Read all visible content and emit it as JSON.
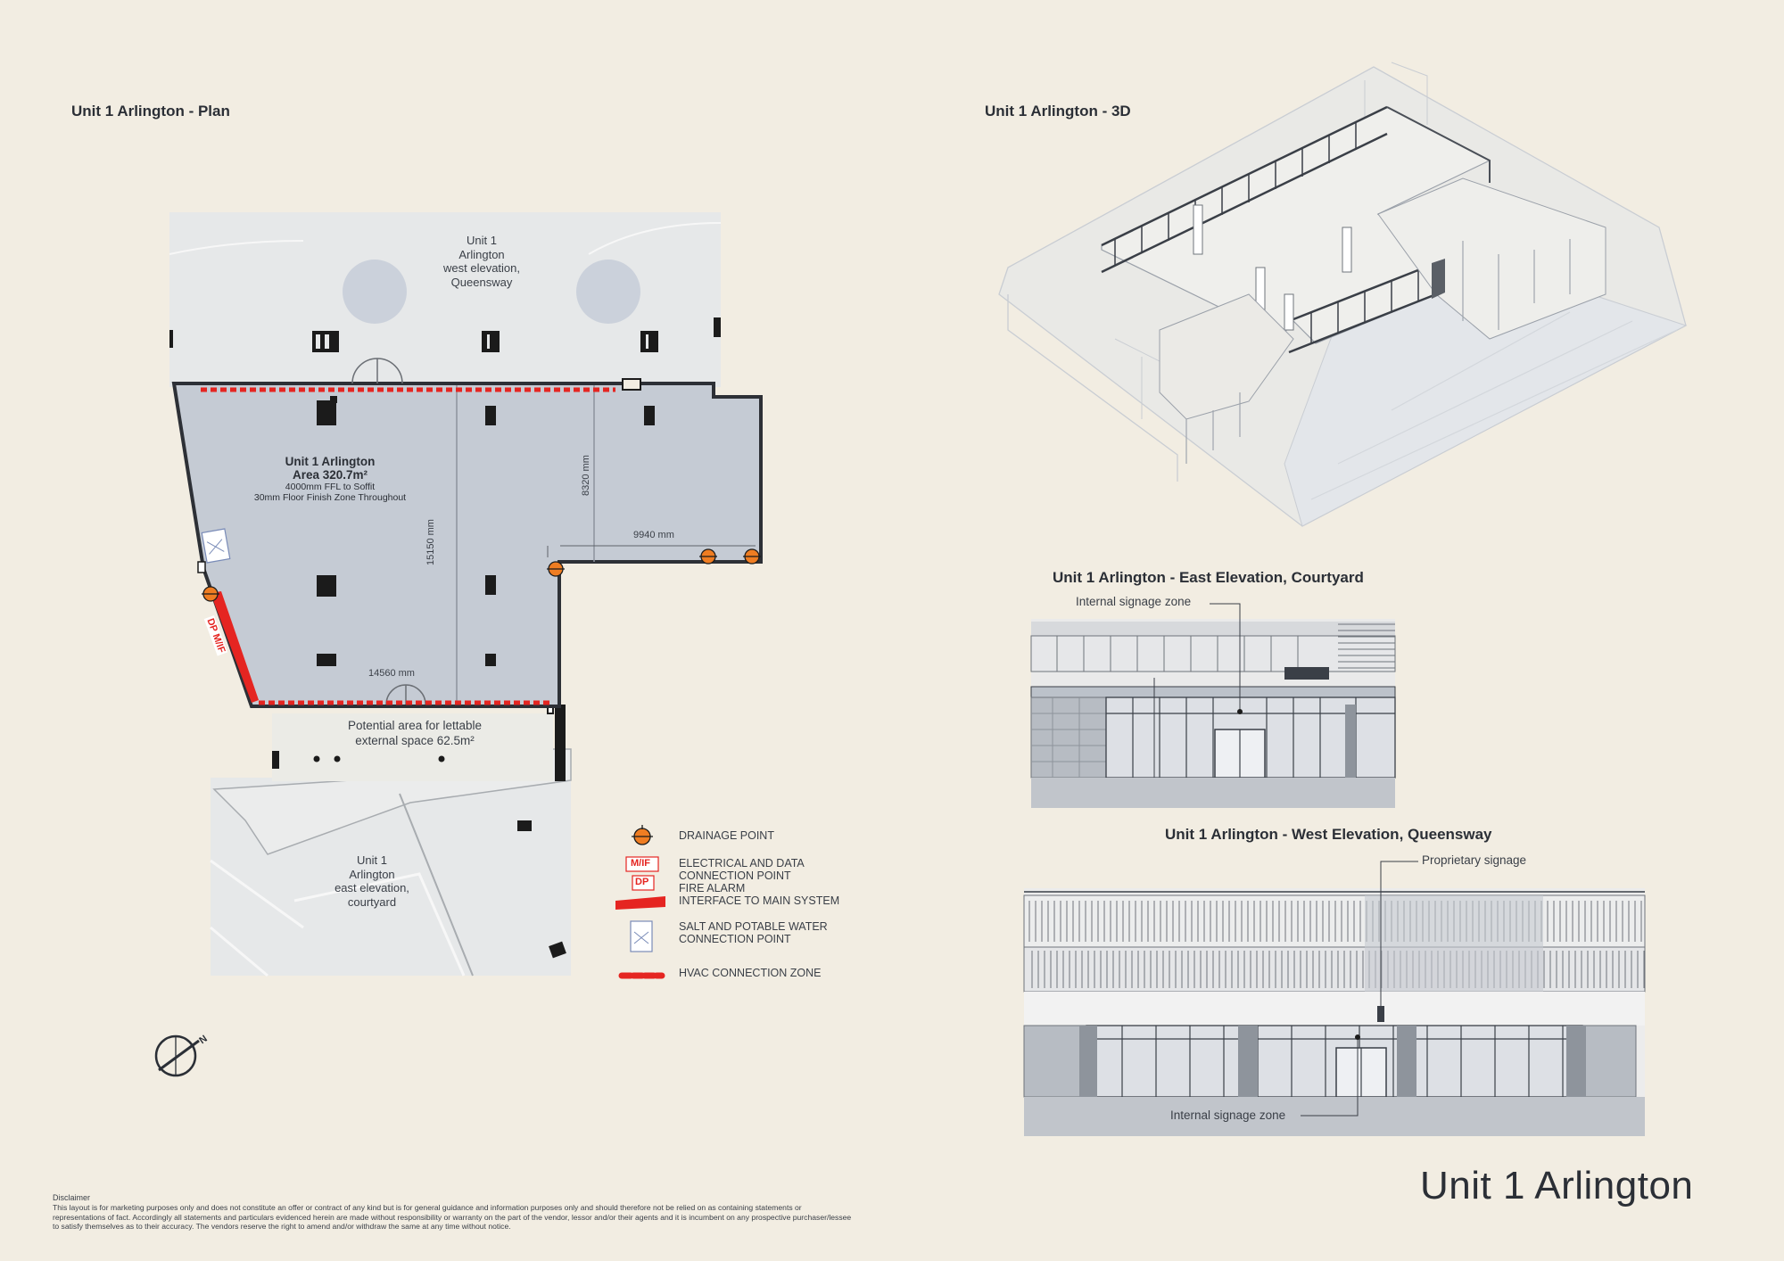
{
  "titles": {
    "plan": "Unit 1 Arlington - Plan",
    "three_d": "Unit 1 Arlington - 3D",
    "east_elevation": "Unit 1 Arlington - East Elevation, Courtyard",
    "west_elevation": "Unit 1 Arlington - West Elevation, Queensway",
    "brand": "Unit 1 Arlington"
  },
  "plan": {
    "west_label": [
      "Unit 1",
      "Arlington",
      "west elevation,",
      "Queensway"
    ],
    "east_label": [
      "Unit 1",
      "Arlington",
      "east elevation,",
      "courtyard"
    ],
    "unit_name": "Unit 1 Arlington",
    "unit_area": "Area 320.7m²",
    "unit_note1": "4000mm FFL to Soffit",
    "unit_note2": "30mm Floor Finish Zone Throughout",
    "external_line1": "Potential area for lettable",
    "external_line2": "external space 62.5m²",
    "dim_width": "14560 mm",
    "dim_depth": "15150 mm",
    "dim_right_depth": "8320 mm",
    "dim_right_width": "9940 mm",
    "tag_dp": "DP",
    "tag_mif": "M/IF"
  },
  "legend": {
    "drainage": "DRAINAGE POINT",
    "electrical_1": "ELECTRICAL AND DATA",
    "electrical_2": "CONNECTION POINT",
    "fire_1": "FIRE ALARM",
    "fire_2": "INTERFACE TO MAIN SYSTEM",
    "water_1": "SALT AND POTABLE WATER",
    "water_2": "CONNECTION POINT",
    "hvac": "HVAC CONNECTION ZONE",
    "icon_mif": "M/IF",
    "icon_dp": "DP"
  },
  "elevations": {
    "east_callout": "Internal signage zone",
    "west_callout_top": "Proprietary signage",
    "west_callout_bottom": "Internal signage zone"
  },
  "north_label": "N",
  "disclaimer": {
    "heading": "Disclaimer",
    "body": "This layout is for marketing purposes only and does not constitute an offer or contract of any kind but is for general guidance and information purposes only and should therefore not be relied on as containing statements or representations of fact. Accordingly all statements and particulars evidenced herein are made without responsibility or warranty on the part of the vendor, lessor and/or their agents and it is incumbent on any prospective purchaser/lessee to satisfy themselves as to their accuracy. The vendors reserve the right to amend and/or withdraw the same at any time without notice."
  },
  "colors": {
    "background": "#f2ede2",
    "unit_fill": "#c5cbd4",
    "hvac_red": "#e52521",
    "drain_orange": "#ef7d22"
  }
}
